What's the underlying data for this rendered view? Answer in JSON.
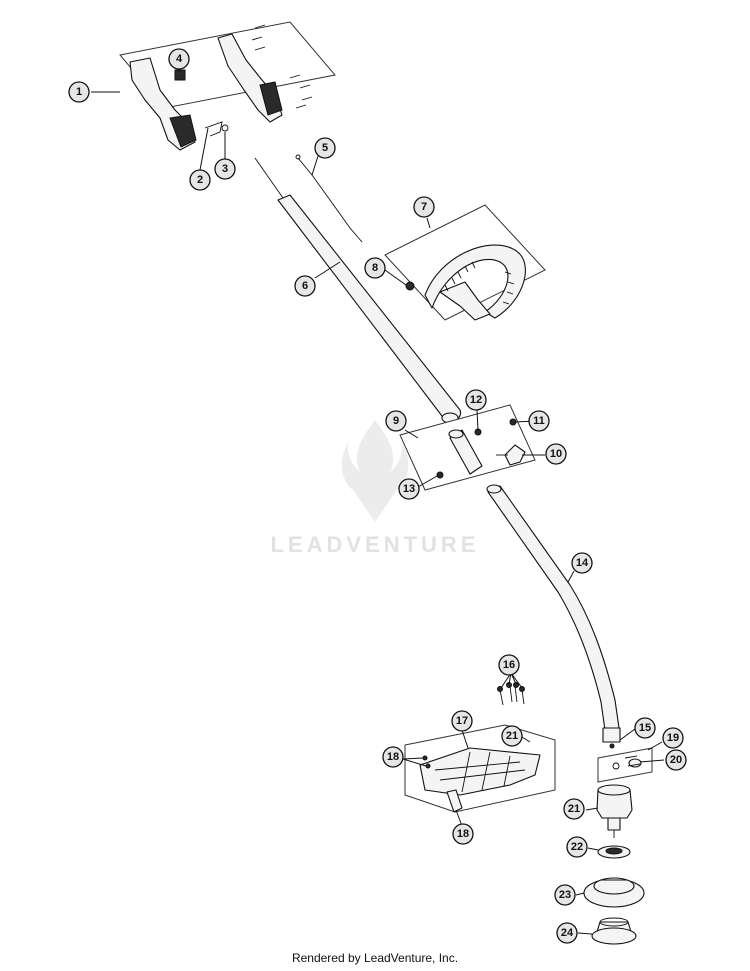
{
  "watermark": {
    "brand": "LEADVENTURE"
  },
  "footer": {
    "text": "Rendered by LeadVenture, Inc."
  },
  "callouts": [
    {
      "label": "1"
    },
    {
      "label": "2"
    },
    {
      "label": "3"
    },
    {
      "label": "4"
    },
    {
      "label": "5"
    },
    {
      "label": "6"
    },
    {
      "label": "7"
    },
    {
      "label": "8"
    },
    {
      "label": "9"
    },
    {
      "label": "10"
    },
    {
      "label": "11"
    },
    {
      "label": "12"
    },
    {
      "label": "13"
    },
    {
      "label": "14"
    },
    {
      "label": "15"
    },
    {
      "label": "16"
    },
    {
      "label": "17"
    },
    {
      "label": "18"
    },
    {
      "label": "18"
    },
    {
      "label": "19"
    },
    {
      "label": "20"
    },
    {
      "label": "21"
    },
    {
      "label": "21"
    },
    {
      "label": "22"
    },
    {
      "label": "23"
    },
    {
      "label": "24"
    }
  ]
}
